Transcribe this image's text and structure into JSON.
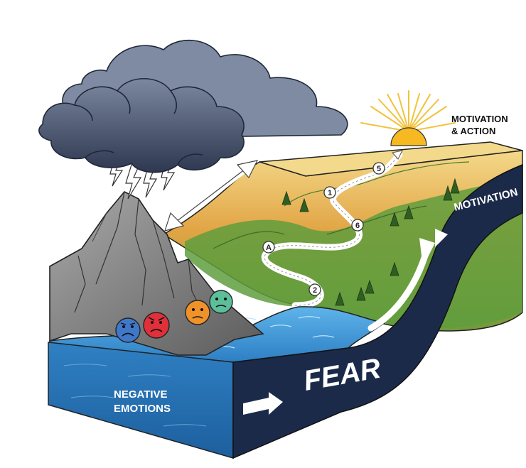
{
  "labels": {
    "motivation_action_line1": "MOTIVATION",
    "motivation_action_line2": "& ACTION",
    "motivation_band": "MOTIVATION",
    "fear_band": "FEAR",
    "negative_line1": "NEGATIVE",
    "negative_line2": "EMOTIONS"
  },
  "path_markers": [
    {
      "id": "A",
      "label": "A"
    },
    {
      "id": "2",
      "label": "2"
    },
    {
      "id": "6",
      "label": "6"
    },
    {
      "id": "1",
      "label": "1"
    },
    {
      "id": "5",
      "label": "5"
    }
  ],
  "faces": [
    {
      "name": "sad-face-icon",
      "color": "#3f78c9"
    },
    {
      "name": "angry-face-icon",
      "color": "#e0303a"
    },
    {
      "name": "worried-face-icon",
      "color": "#f0922a"
    },
    {
      "name": "unhappy-face-icon",
      "color": "#5bbf9a"
    }
  ],
  "colors": {
    "storm_cloud": "#3e4a63",
    "water": "#3a8fd1",
    "fear_band": "#1c2a4a",
    "sun": "#f6b921",
    "plateau": "#e7b14c",
    "hills": "#5a9a3e"
  }
}
